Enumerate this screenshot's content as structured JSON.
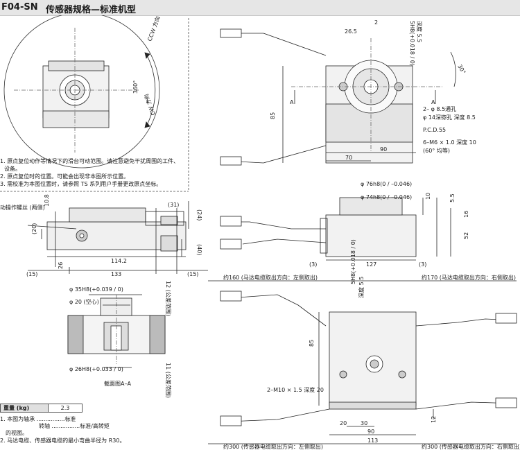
{
  "header": {
    "model": "F04-SN",
    "title": "传感器规格—标准机型"
  },
  "top_left": {
    "ccw": "CCW 方向",
    "cw": "CW 方向",
    "deg360": "360°",
    "one": "1",
    "notes": [
      "原点复位动作等情况下的滑台可动范围。请注意避免干扰周围的工件、",
      "设备。",
      "原点复位时的位置。可能会出现非本图所示位置。",
      "需校准为本图位置时，请参照 TS 系列用户手册更改原点坐标。"
    ],
    "note_marks": [
      "1.",
      "2.",
      "3."
    ]
  },
  "side_view": {
    "label_screw": "动操作螺丝 (两侧)",
    "dims": [
      "(20)",
      "10.8",
      "(31)",
      "(24)",
      "26",
      "114.2",
      "133",
      "(15)",
      "(15)",
      "(40)"
    ]
  },
  "section": {
    "d35": "φ 35H8(+0.039 / 0)",
    "d20": "φ 20 (空心)",
    "d26": "φ 26H8(+0.033 / 0)",
    "range12": "12 (公差范围)",
    "range11": "11 (公差范围)",
    "caption": "截面图A–A"
  },
  "weight": {
    "label": "重量 (kg)",
    "value": "2.3"
  },
  "footnotes": [
    "1. 本图为轴承 ................标准",
    "转轴 ................标准/高转矩",
    "的视图。",
    "2. 马达电缆、传感器电缆的最小弯曲半径为 R30。"
  ],
  "top_right": {
    "d1": "26.5",
    "d2": "2",
    "d3": "5H8(+0.018 / 0)",
    "d4": "深度 5.5",
    "deg30": "30°",
    "A": "A",
    "h85": "85",
    "w70": "70",
    "w90": "90",
    "hole1": "2– φ 8.5通孔",
    "hole2": "φ 14深锪孔 深度 8.5",
    "pcd": "P.C.D.55",
    "m6": "6–M6 × 1.0 深度 10",
    "m6b": "(60° 均等)"
  },
  "mid_right": {
    "d76": "φ 76h8(0 / –0.046)",
    "d74": "φ 74h8(0 / –0.046)",
    "h10": "10",
    "h55": "5.5",
    "h16": "16",
    "h52": "52",
    "w3a": "(3)",
    "w127": "127",
    "w3b": "(3)"
  },
  "bottom_right": {
    "left_cable": "约160 (马达电缆取出方向：左侧取出)",
    "right_cable": "约170 (马达电缆取出方向：右侧取出)",
    "d5h8": "5H8(+0.018 / 0)",
    "d5depth": "深度 5.5",
    "h85": "85",
    "m10": "2–M10 × 1.5 深度 20",
    "w30": "30",
    "w20": "20",
    "w90": "90",
    "w113": "113",
    "h12": "12",
    "left_sensor": "约300 (传感器电缆取出方向：左侧取出)",
    "right_sensor": "约300 (传感器电缆取出方向：右侧取出)"
  }
}
